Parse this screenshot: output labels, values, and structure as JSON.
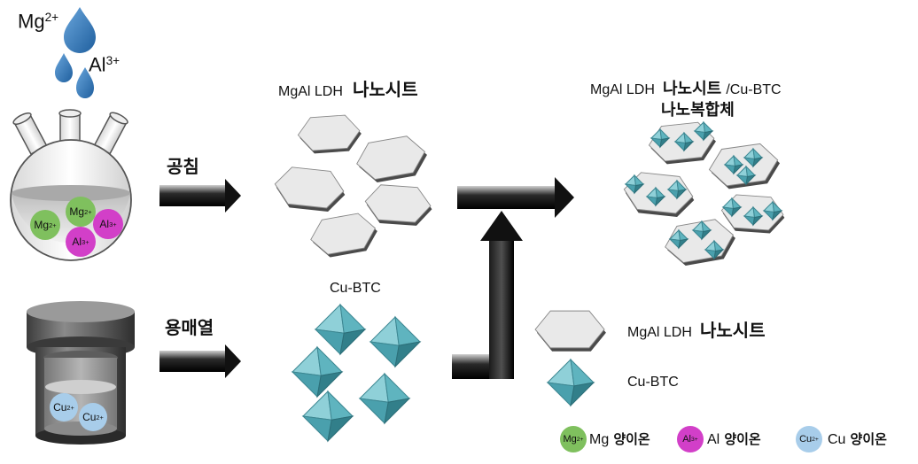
{
  "reagents": {
    "mg": {
      "base": "Mg",
      "charge": "2+"
    },
    "al": {
      "base": "Al",
      "charge": "3+"
    },
    "cu": {
      "base": "Cu",
      "charge": "2+"
    }
  },
  "processes": {
    "coprecipitation": "공침",
    "solvothermal": "용매열"
  },
  "products": {
    "ldh": {
      "prefix": "MgAl LDH",
      "korean": "나노시트"
    },
    "composite": {
      "prefix": "MgAl LDH",
      "korean": "나노시트",
      "suffix": "/Cu-BTC",
      "line2": "나노복합체"
    },
    "cubtc": "Cu-BTC"
  },
  "legend": {
    "ldh": {
      "prefix": "MgAl LDH",
      "korean": "나노시트"
    },
    "cubtc": "Cu-BTC",
    "ions": [
      {
        "symbol": "Mg",
        "charge": "2+",
        "label_base": "Mg",
        "label_korean": "양이온",
        "color": "#7fc05e"
      },
      {
        "symbol": "Al",
        "charge": "3+",
        "label_base": "Al",
        "label_korean": "양이온",
        "color": "#d23fc8"
      },
      {
        "symbol": "Cu",
        "charge": "2+",
        "label_base": "Cu",
        "label_korean": "양이온",
        "color": "#a8cdea"
      }
    ]
  },
  "colors": {
    "drop": "#3a7fc1",
    "mg_ion": "#7fc05e",
    "al_ion": "#d23fc8",
    "cu_ion": "#a8cdea",
    "crystal": "#5fb4bf",
    "sheet": "#e9e9e9"
  }
}
